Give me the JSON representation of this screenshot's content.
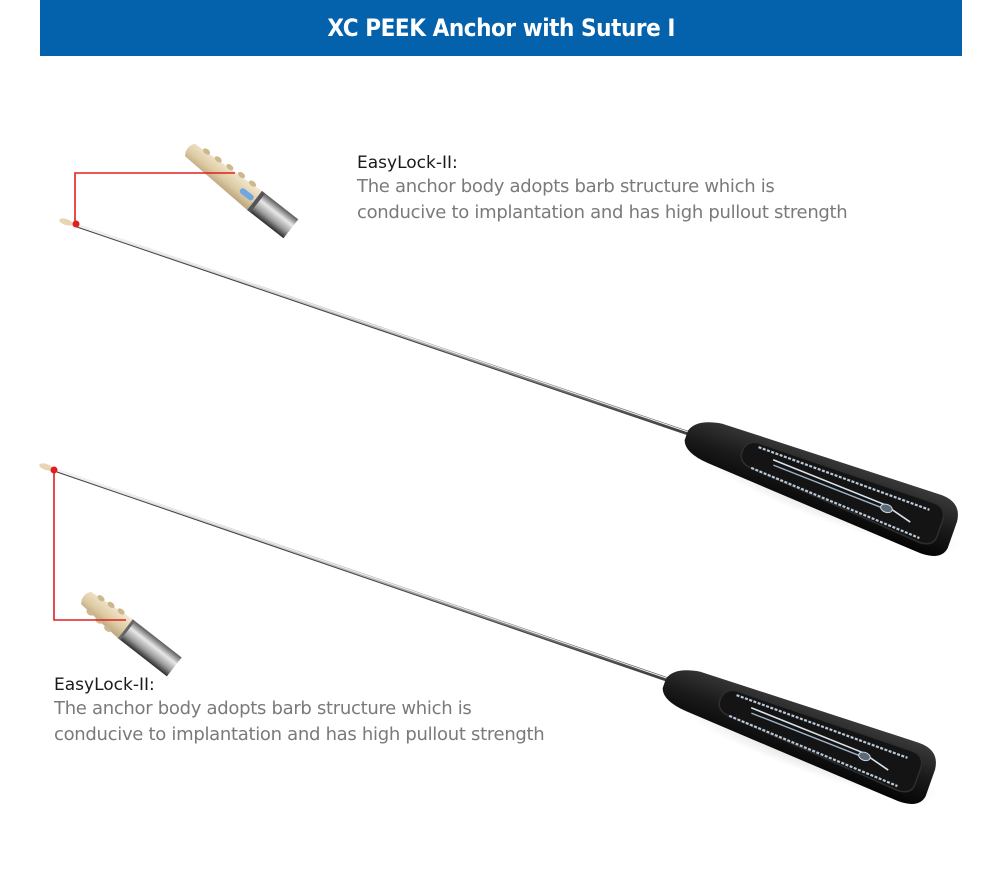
{
  "header": {
    "title": "XC PEEK Anchor with Suture I",
    "background_color": "#0461ab",
    "text_color": "#ffffff"
  },
  "products": [
    {
      "callout_title": "EasyLock-II:",
      "callout_lines": [
        "The anchor body adopts barb structure which is",
        "conducive to implantation and has high pullout strength"
      ],
      "image": "anchor-inserter-with-detail-zoom"
    },
    {
      "callout_title": "EasyLock-II:",
      "callout_lines": [
        "The anchor body adopts barb structure which is",
        "conducive to implantation and has high pullout strength"
      ],
      "image": "anchor-inserter-with-detail-zoom"
    }
  ],
  "colors": {
    "leader_line": "#e02020",
    "callout_title": "#1a1a1a",
    "callout_desc": "#7a7a7a",
    "handle": "#1c1c1c",
    "anchor_body": "#e6d6b4"
  }
}
